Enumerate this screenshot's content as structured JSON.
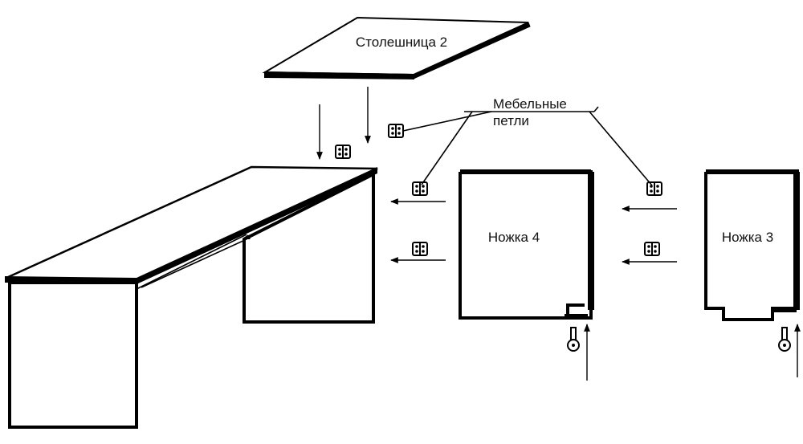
{
  "labels": {
    "tabletop": "Столешница 2",
    "hinges_line1": "Мебельные",
    "hinges_line2": "петли",
    "leg4": "Ножка 4",
    "leg3": "Ножка 3"
  },
  "icons": {
    "hinge": "hinge-icon",
    "caster": "caster-wheel-icon",
    "arrow": "arrow-icon"
  }
}
